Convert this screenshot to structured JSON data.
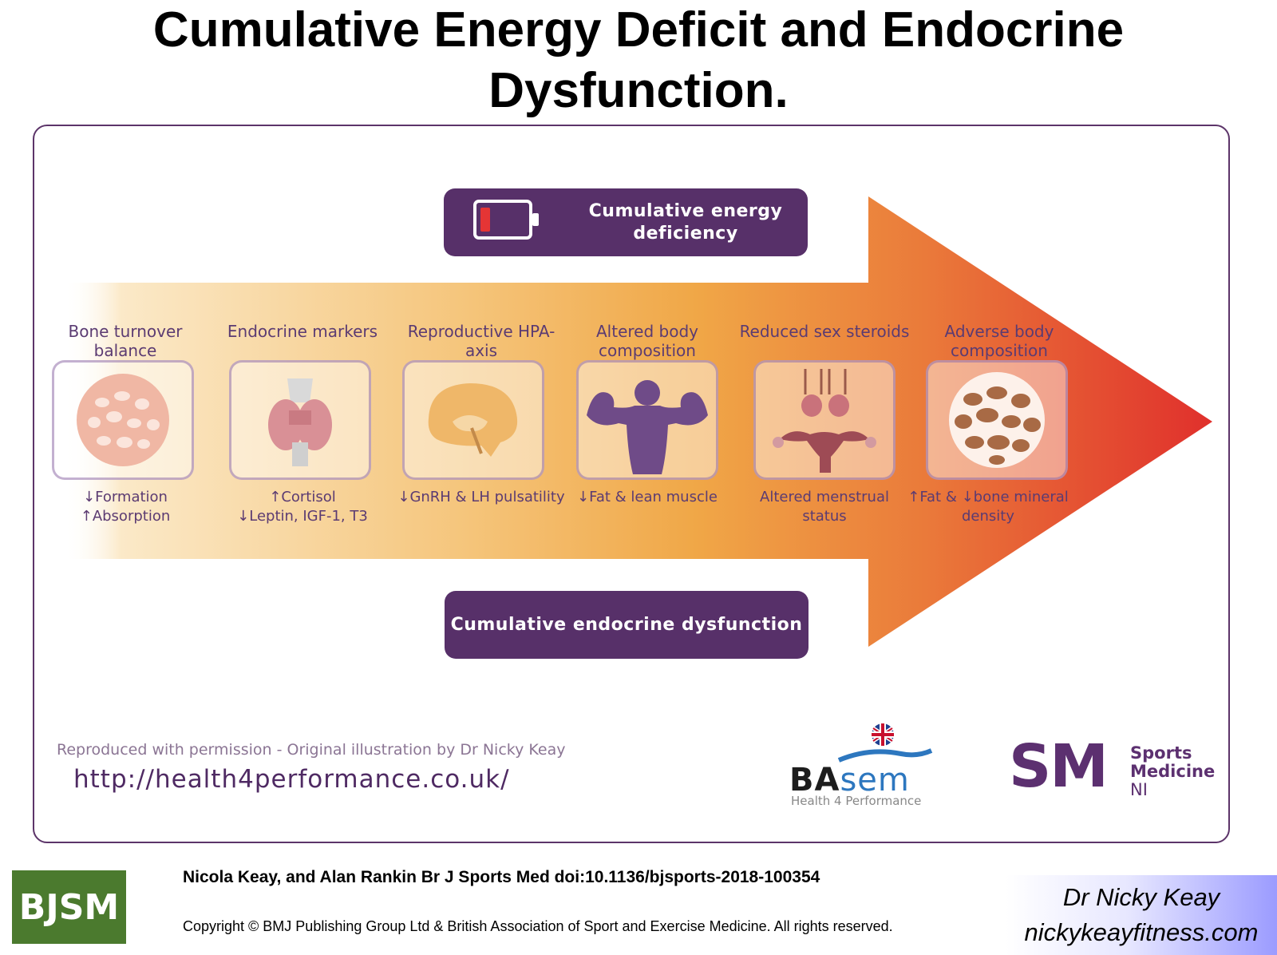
{
  "title": "Cumulative Energy Deficit and Endocrine Dysfunction.",
  "top_pill": "Cumulative energy deficiency",
  "bottom_pill": "Cumulative endocrine dysfunction",
  "stages": [
    {
      "heading": "Bone turnover balance",
      "footer_lines": [
        "↓Formation",
        "↑Absorption"
      ]
    },
    {
      "heading": "Endocrine markers",
      "footer_lines": [
        "↑Cortisol",
        "↓Leptin, IGF-1, T3"
      ]
    },
    {
      "heading": "Reproductive HPA-axis",
      "footer_lines": [
        "↓GnRH & LH pulsatility"
      ]
    },
    {
      "heading": "Altered body composition",
      "footer_lines": [
        "↓Fat & lean muscle"
      ]
    },
    {
      "heading": "Reduced sex steroids",
      "footer_lines": [
        "Altered menstrual",
        "status"
      ]
    },
    {
      "heading": "Adverse body composition",
      "footer_lines": [
        "↑Fat & ↓bone mineral",
        "density"
      ]
    }
  ],
  "credit": "Reproduced with permission - Original illustration by Dr Nicky Keay",
  "url": "http://health4performance.co.uk/",
  "basem": {
    "word_ba": "BA",
    "word_sem": "sem",
    "sub": "Health 4 Performance"
  },
  "smni": {
    "letters": "SM",
    "line1": "Sports",
    "line2": "Medicine",
    "line3": "NI"
  },
  "bjsm": "BJSM",
  "citation": "Nicola Keay, and Alan Rankin Br J Sports Med doi:10.1136/bjsports-2018-100354",
  "copyright": "Copyright © BMJ Publishing Group Ltd & British Association of Sport and Exercise Medicine. All rights reserved.",
  "author": {
    "name": "Dr Nicky Keay",
    "site": "nickykeayfitness.com"
  },
  "colors": {
    "purple": "#573069",
    "arrow_start": "#f9e2b9",
    "arrow_mid": "#f0a94a",
    "arrow_end": "#e0302c"
  }
}
